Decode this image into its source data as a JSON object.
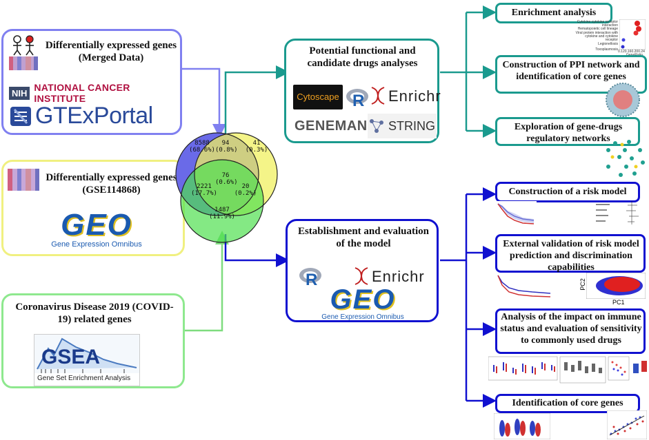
{
  "inputs": {
    "deg_merged": {
      "title": "Differentially expressed genes (Merged Data)",
      "logos": [
        "NIH",
        "NATIONAL CANCER INSTITUTE",
        "GTExPortal"
      ]
    },
    "deg_gse": {
      "title": "Differentially expressed genes (GSE114868)",
      "logo_main": "GEO",
      "logo_sub": "Gene Expression Omnibus"
    },
    "covid": {
      "title": "Coronavirus Disease 2019 (COVID-19) related genes",
      "logo_main": "GSEA",
      "logo_sub": "Gene Set Enrichment Analysis"
    }
  },
  "venn": {
    "regions": [
      {
        "count": "8588",
        "pct": "(68.6%)"
      },
      {
        "count": "94",
        "pct": "(0.8%)"
      },
      {
        "count": "41",
        "pct": "(0.3%)"
      },
      {
        "count": "76",
        "pct": "(0.6%)"
      },
      {
        "count": "2221",
        "pct": "(17.7%)"
      },
      {
        "count": "20",
        "pct": "(0.2%)"
      },
      {
        "count": "1487",
        "pct": "(11.9%)"
      }
    ]
  },
  "center": {
    "functional": {
      "title": "Potential functional and candidate drugs analyses",
      "tools": [
        "Cytoscape",
        "R",
        "Enrichr",
        "GENEMANIA",
        "STRING"
      ]
    },
    "model": {
      "title": "Establishment and evaluation of the model",
      "tools": [
        "R",
        "Enrichr",
        "GEO",
        "Gene Expression Omnibus"
      ]
    }
  },
  "outputs": {
    "enrichment": {
      "title": "Enrichment analysis",
      "thumb_labels": [
        "Cytokine-cytokine receptor interaction",
        "Hematopoietic cell lineage",
        "Viral protein interaction with cytokine and cytokine receptor",
        "Legionellosis",
        "Toxoplasmosis",
        "0.120.160.200.24",
        "GeneRatio"
      ]
    },
    "ppi": {
      "title": "Construction of PPI network and identification of core genes"
    },
    "gene_drugs": {
      "title": "Exploration of gene-drugs regulatory networks"
    },
    "risk_model": {
      "title": "Construction of a risk model"
    },
    "external": {
      "title": "External validation of risk model prediction and discrimination capabilities",
      "axis": [
        "PC1",
        "PC2"
      ]
    },
    "immune": {
      "title": "Analysis of the impact on immune status and evaluation of sensitivity to commonly used drugs"
    },
    "core_genes": {
      "title": "Identification of core genes"
    }
  },
  "colors": {
    "purple": "#8080f0",
    "yellow": "#f0f080",
    "green": "#8ee88e",
    "teal": "#1a9a8e",
    "blue": "#1010d0",
    "venn_a": "#6a6ae8",
    "venn_b": "#f0f060",
    "venn_c": "#50e050"
  }
}
